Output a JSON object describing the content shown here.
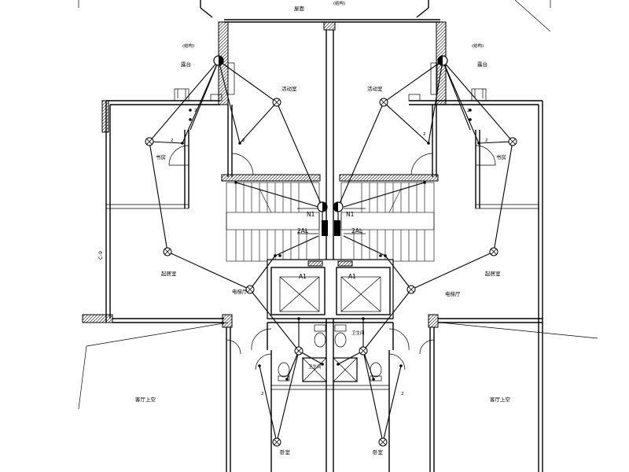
{
  "labels": {
    "top_room": "屋面",
    "top_note": "(结构)",
    "left_note": "(结构)",
    "right_note": "(结构)",
    "left_balcony": "露台",
    "right_balcony": "露台",
    "left_activity": "活动室",
    "right_activity": "活动室",
    "left_stairs": "书房",
    "right_stairs": "书房",
    "left_bedroom": "起居室",
    "right_bedroom": "起居室",
    "left_elevator_hall": "电梯厅",
    "right_elevator_hall": "电梯厅",
    "axis_label": "C-9",
    "left_living_void": "客厅上空",
    "right_living_void": "客厅上空",
    "left_bath": "卫生间",
    "right_bath": "卫生间",
    "left_bottom_room": "卧室",
    "right_bottom_room": "卧室",
    "left_panel_n": "N1",
    "right_panel_n": "N1",
    "left_panel_al": "2AL",
    "right_panel_al": "2AL",
    "left_elevator": "A1",
    "right_elevator": "A1",
    "wire_count_2": "2"
  }
}
